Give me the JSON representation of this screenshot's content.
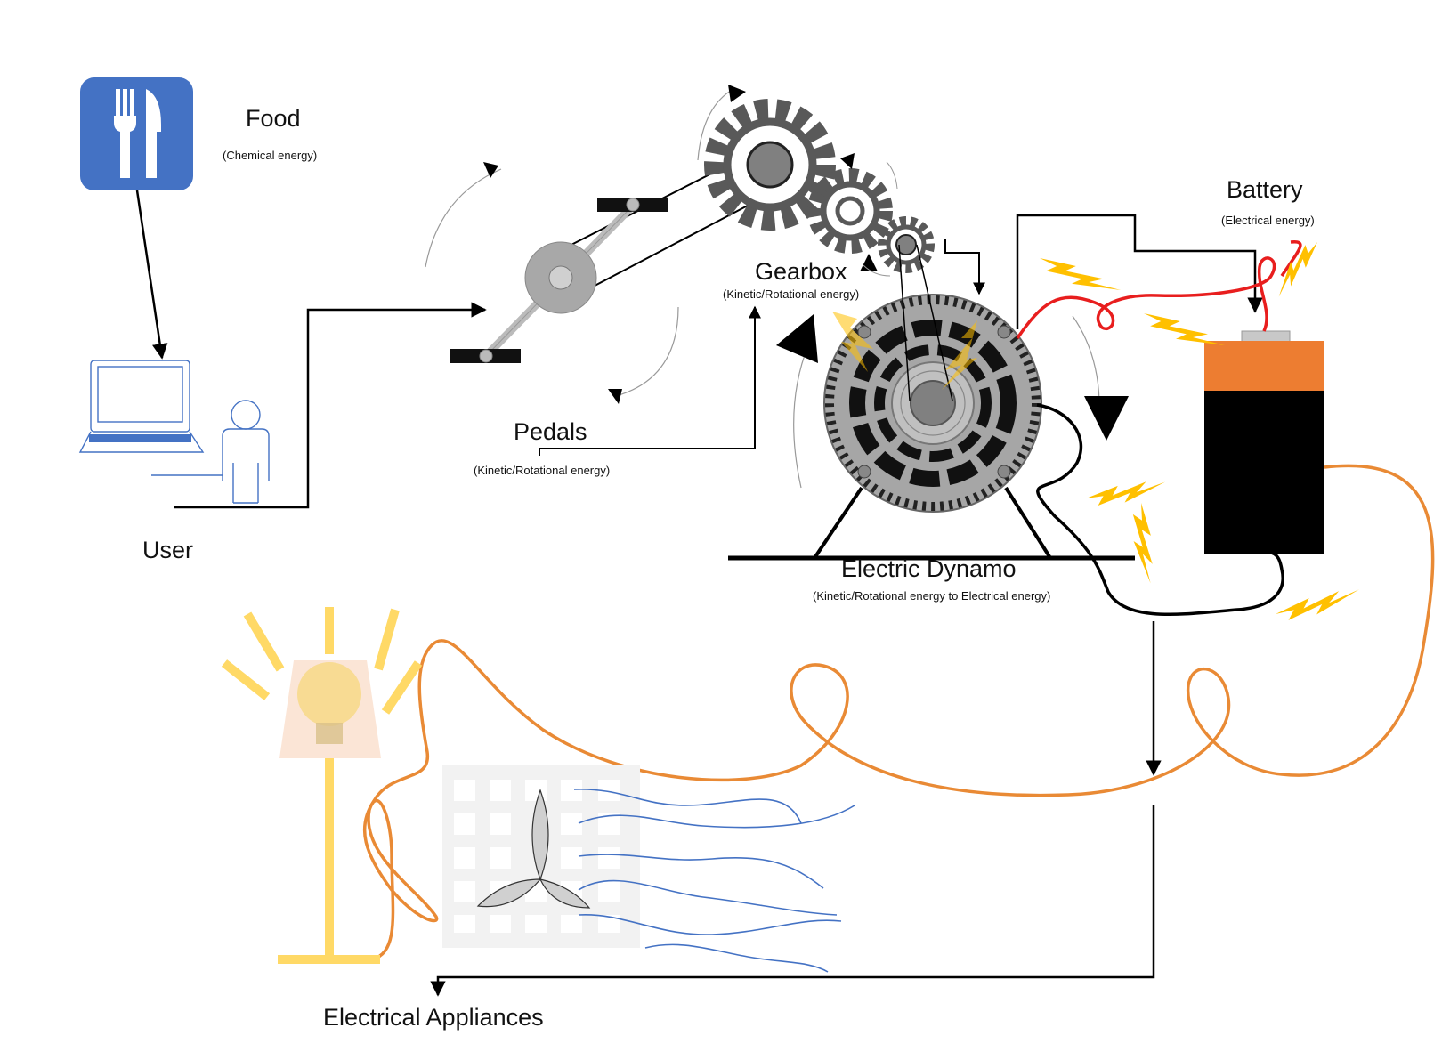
{
  "food": {
    "title": "Food",
    "energy": "(Chemical energy)"
  },
  "user": {
    "title": "User"
  },
  "pedals": {
    "title": "Pedals",
    "energy": "(Kinetic/Rotational energy)"
  },
  "gearbox": {
    "title": "Gearbox",
    "energy": "(Kinetic/Rotational energy)"
  },
  "dynamo": {
    "title": "Electric Dynamo",
    "energy": "(Kinetic/Rotational energy to Electrical energy)"
  },
  "battery": {
    "title": "Battery",
    "energy": "(Electrical energy)"
  },
  "appliances": {
    "title": "Electrical Appliances"
  },
  "icons": [
    "food-icon",
    "user-at-computer-icon",
    "pedals-icon",
    "gear-icon",
    "dynamo-icon",
    "battery-icon",
    "lightning-icon",
    "lamp-icon",
    "fan-icon"
  ],
  "colors": {
    "food_tile": "#4472c4",
    "battery_top": "#ed7d31",
    "battery_body": "#000000",
    "wire_orange": "#e98a35",
    "wire_red": "#e81e1e",
    "lightning": "#ffc000",
    "lamp_pole": "#ffd966",
    "air_flow": "#4472c4",
    "gear": "#595959",
    "dynamo": "#a6a6a6"
  }
}
